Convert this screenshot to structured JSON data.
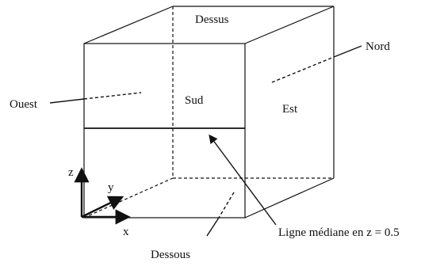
{
  "faces": {
    "top": "Dessus",
    "bottom": "Dessous",
    "south": "Sud",
    "north": "Nord",
    "east": "Est",
    "west": "Ouest"
  },
  "median_label": "Ligne médiane en z = 0.5",
  "axes": {
    "x": "x",
    "y": "y",
    "z": "z"
  }
}
